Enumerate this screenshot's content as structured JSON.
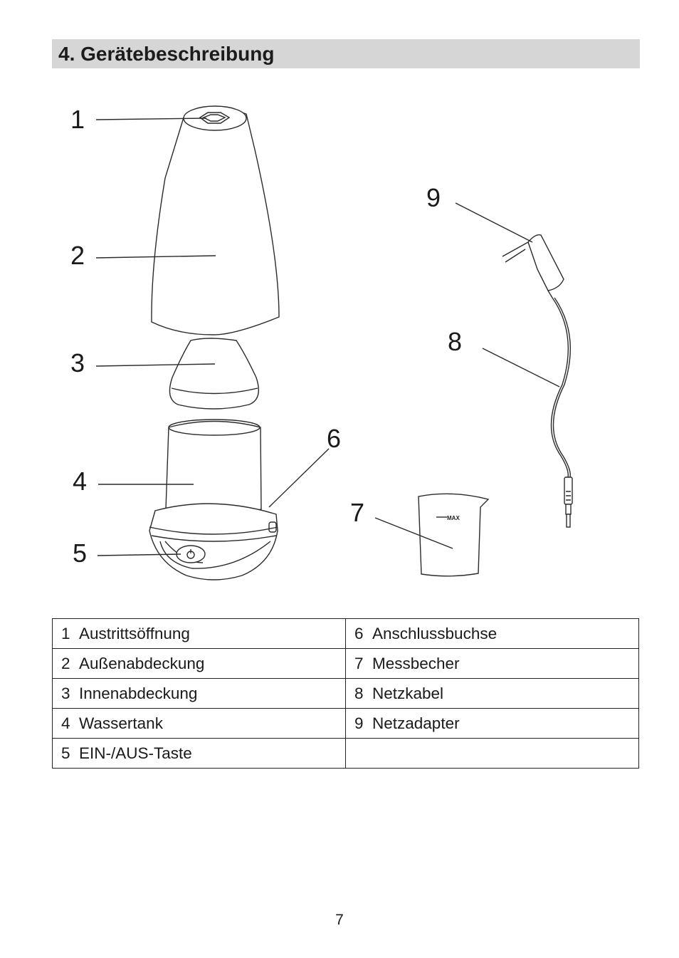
{
  "heading": "4. Gerätebeschreibung",
  "callouts": [
    "1",
    "2",
    "3",
    "4",
    "5",
    "6",
    "7",
    "8",
    "9"
  ],
  "cup_mark": "MAX",
  "parts": [
    [
      {
        "n": "1",
        "label": "Austrittsöffnung"
      },
      {
        "n": "6",
        "label": "Anschlussbuchse"
      }
    ],
    [
      {
        "n": "2",
        "label": "Außenabdeckung"
      },
      {
        "n": "7",
        "label": "Messbecher"
      }
    ],
    [
      {
        "n": "3",
        "label": "Innenabdeckung"
      },
      {
        "n": "8",
        "label": "Netzkabel"
      }
    ],
    [
      {
        "n": "4",
        "label": "Wassertank"
      },
      {
        "n": "9",
        "label": "Netzadapter"
      }
    ],
    [
      {
        "n": "5",
        "label": "EIN-/AUS-Taste"
      },
      {
        "n": "",
        "label": ""
      }
    ]
  ],
  "page_number": "7"
}
